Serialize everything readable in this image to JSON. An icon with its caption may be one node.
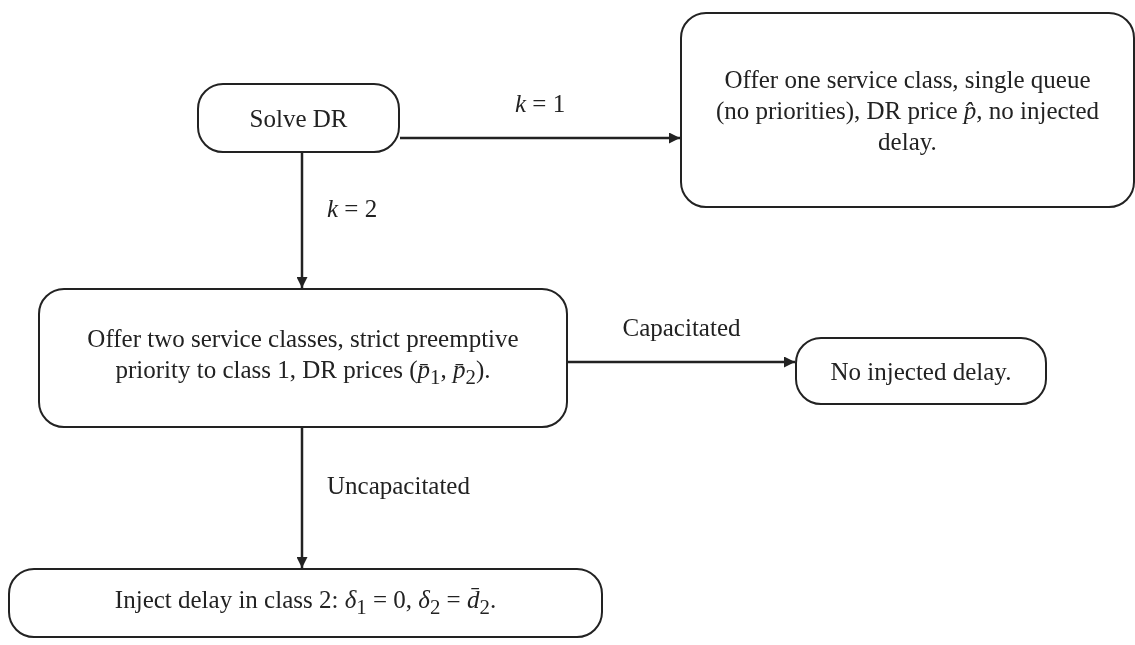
{
  "diagram": {
    "nodes": [
      {
        "text": [
          "Solve DR"
        ]
      },
      {
        "text": [
          "Offer one service class, single queue (no priorities), DR price *p̂*, no injected delay."
        ]
      },
      {
        "text": [
          "Offer two service classes, strict preemptive priority to class 1, DR prices (*p̄*$_{1}$, *p̄*$_{2}$)."
        ]
      },
      {
        "text": [
          "No injected delay."
        ]
      },
      {
        "text": [
          "Inject delay in class 2: *δ*$_{1}$ = 0, *δ*$_{2}$ = *d̄*$_{2}$."
        ]
      }
    ],
    "edges": [
      {
        "from": 0,
        "to": 1,
        "arrow": "to",
        "label": "*k* = 1"
      },
      {
        "from": 0,
        "to": 2,
        "arrow": "to",
        "label": "*k* = 2"
      },
      {
        "from": 2,
        "to": 3,
        "arrow": "to",
        "label": "Capacitated"
      },
      {
        "from": 2,
        "to": 4,
        "arrow": "to",
        "label": "Uncapacitated"
      }
    ]
  }
}
